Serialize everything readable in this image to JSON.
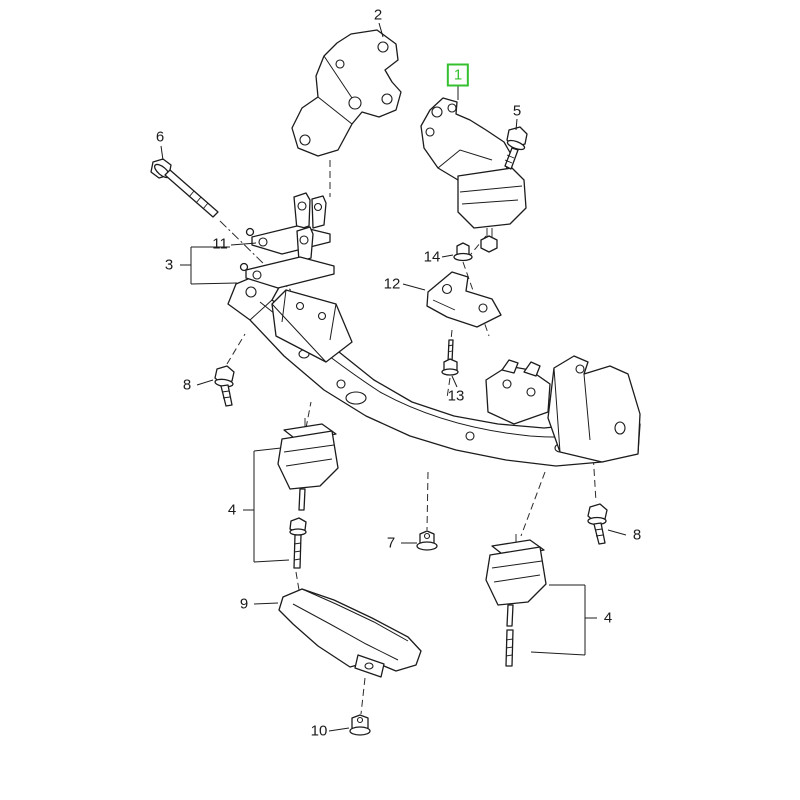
{
  "app": {
    "background_color": "#ffffff"
  },
  "diagram": {
    "type": "exploded-parts-diagram",
    "highlight_color": "#35c02f",
    "line_color": "#1c1c1c",
    "callouts": [
      {
        "label": "2",
        "highlighted": false
      },
      {
        "label": "1",
        "highlighted": true
      },
      {
        "label": "5",
        "highlighted": false
      },
      {
        "label": "6",
        "highlighted": false
      },
      {
        "label": "11",
        "highlighted": false
      },
      {
        "label": "3",
        "highlighted": false
      },
      {
        "label": "14",
        "highlighted": false
      },
      {
        "label": "12",
        "highlighted": false
      },
      {
        "label": "8",
        "highlighted": false
      },
      {
        "label": "13",
        "highlighted": false
      },
      {
        "label": "4",
        "highlighted": false
      },
      {
        "label": "7",
        "highlighted": false
      },
      {
        "label": "8",
        "highlighted": false
      },
      {
        "label": "9",
        "highlighted": false
      },
      {
        "label": "4",
        "highlighted": false
      },
      {
        "label": "10",
        "highlighted": false
      }
    ]
  }
}
